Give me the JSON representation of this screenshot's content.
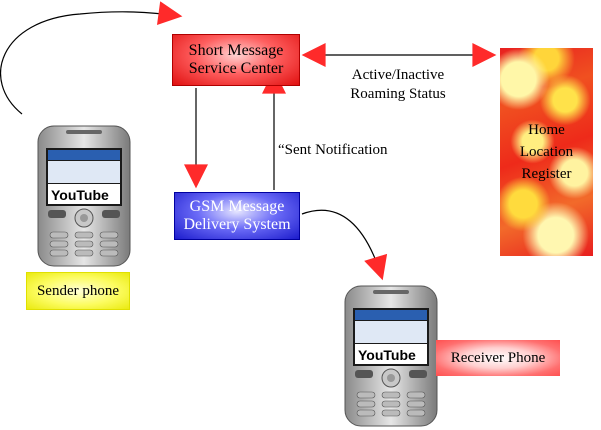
{
  "nodes": {
    "smsc": {
      "line1": "Short Message",
      "line2": "Service Center"
    },
    "gsm": {
      "line1": "GSM Message",
      "line2": "Delivery System"
    },
    "hlr": {
      "line1": "Home",
      "line2": "Location",
      "line3": "Register"
    }
  },
  "edge_labels": {
    "roaming_line1": "Active/Inactive",
    "roaming_line2": "Roaming Status",
    "sent_notification": "“Sent Notification"
  },
  "phones": {
    "sender": {
      "label": "Sender phone",
      "screen_text": "YouTube"
    },
    "receiver": {
      "label": "Receiver Phone",
      "screen_text": "YouTube"
    }
  },
  "colors": {
    "arrow_head": "#ff2a2a",
    "line": "#000000",
    "smsc_fill": "#ff4040",
    "gsm_fill": "#4040e8",
    "sender_tag": "#f5f53a",
    "receiver_tag": "#ff6060"
  }
}
